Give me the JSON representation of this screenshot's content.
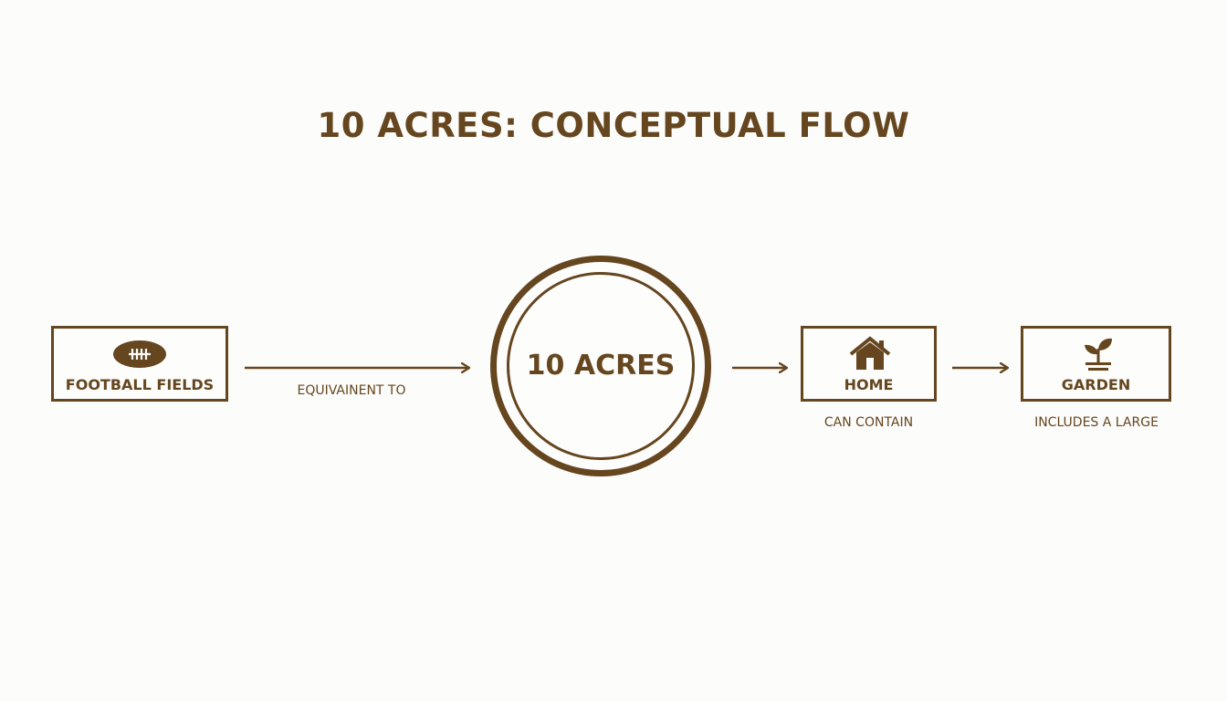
{
  "title": "10 ACRES: CONCEPTUAL FLOW",
  "nodes": {
    "football_fields": {
      "label": "FOOTBALL FIELDS",
      "icon": "football-icon"
    },
    "ten_acres": {
      "label": "10 ACRES"
    },
    "home": {
      "label": "HOME",
      "icon": "house-icon"
    },
    "garden": {
      "label": "GARDEN",
      "icon": "sprout-icon"
    }
  },
  "edges": [
    {
      "from": "football_fields",
      "to": "ten_acres",
      "label": "EQUIVAINENT TO"
    },
    {
      "from": "ten_acres",
      "to": "home",
      "label": "CAN CONTAIN"
    },
    {
      "from": "home",
      "to": "garden",
      "label": "INCLUDES A LARGE"
    }
  ],
  "colors": {
    "primary": "#65461f",
    "background": "#fcfcfb"
  }
}
